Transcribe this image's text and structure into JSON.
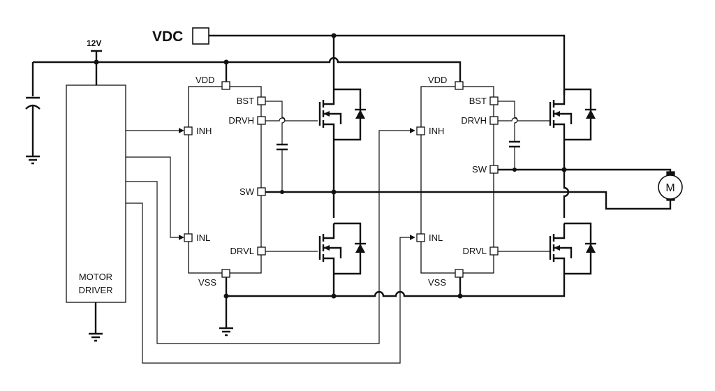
{
  "supply": {
    "vdc_label": "VDC",
    "v12_label": "12V"
  },
  "motor_driver": {
    "line1": "MOTOR",
    "line2": "DRIVER"
  },
  "gate_drivers": [
    {
      "vdd": "VDD",
      "bst": "BST",
      "drvh": "DRVH",
      "inh": "INH",
      "sw": "SW",
      "inl": "INL",
      "drvl": "DRVL",
      "vss": "VSS"
    },
    {
      "vdd": "VDD",
      "bst": "BST",
      "drvh": "DRVH",
      "inh": "INH",
      "sw": "SW",
      "inl": "INL",
      "drvl": "DRVL",
      "vss": "VSS"
    }
  ],
  "motor": {
    "label": "M"
  }
}
